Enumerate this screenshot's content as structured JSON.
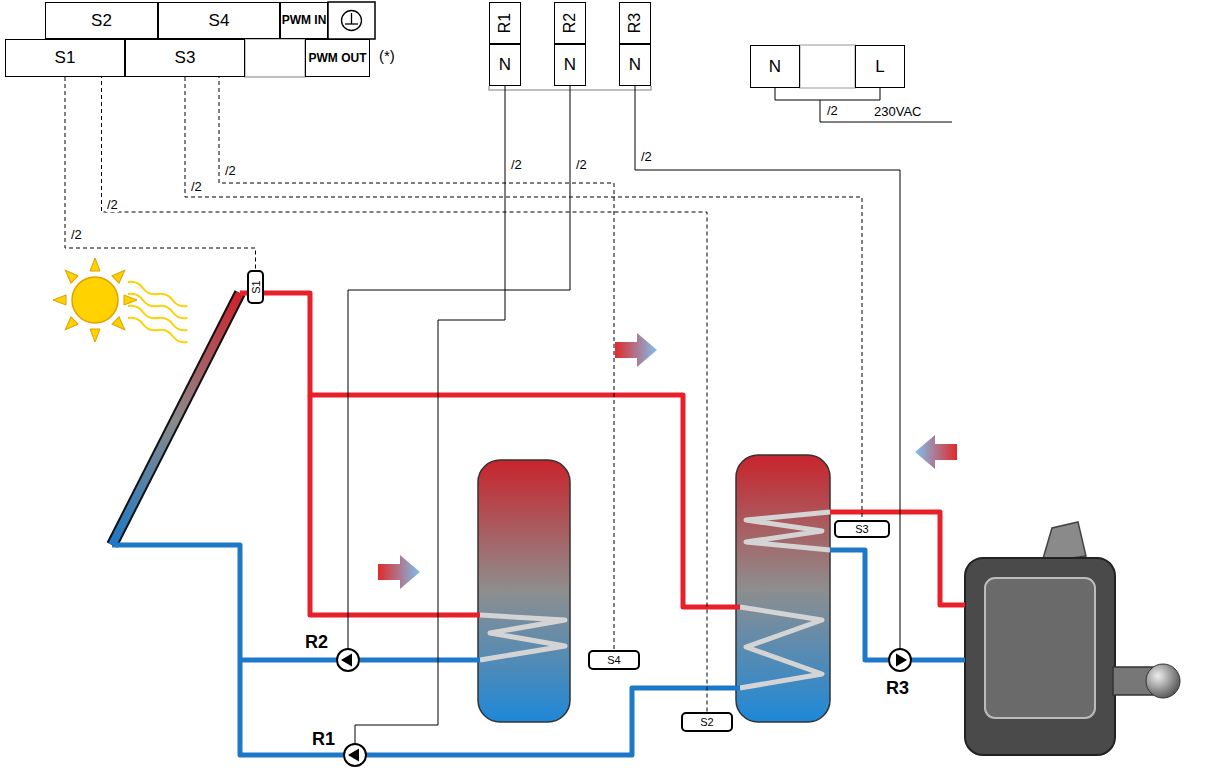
{
  "diagram": {
    "nodes": [
      {
        "text": [
          "S2"
        ]
      },
      {
        "text": [
          "S4"
        ]
      },
      {
        "text": [
          "PWM IN"
        ]
      },
      {
        "text": [
          "S1"
        ]
      },
      {
        "text": [
          "S3"
        ]
      },
      {
        "text": [
          "PWM OUT"
        ]
      },
      {
        "text": [
          "R1"
        ]
      },
      {
        "text": [
          "R2"
        ]
      },
      {
        "text": [
          "R3"
        ]
      },
      {
        "text": [
          "N"
        ]
      },
      {
        "text": [
          "N"
        ]
      },
      {
        "text": [
          "N"
        ]
      },
      {
        "text": [
          "N"
        ]
      },
      {
        "text": [
          "L"
        ]
      },
      {
        "text": [
          "S1"
        ]
      },
      {
        "text": [
          "S3"
        ]
      },
      {
        "text": [
          "S4"
        ]
      },
      {
        "text": [
          "S2"
        ]
      },
      {
        "text": [
          "R2"
        ]
      },
      {
        "text": [
          "R3"
        ]
      },
      {
        "text": [
          "R1"
        ]
      }
    ],
    "edges": [
      {
        "from": 3,
        "to": 14,
        "arrow": "none",
        "label": "/2"
      },
      {
        "from": 0,
        "to": 17,
        "arrow": "none",
        "label": "/2"
      },
      {
        "from": 4,
        "to": 15,
        "arrow": "none",
        "label": "/2"
      },
      {
        "from": 1,
        "to": 16,
        "arrow": "none",
        "label": "/2"
      },
      {
        "from": 9,
        "to": 20,
        "arrow": "none",
        "label": "/2"
      },
      {
        "from": 10,
        "to": 18,
        "arrow": "none",
        "label": "/2"
      },
      {
        "from": 11,
        "to": 19,
        "arrow": "none",
        "label": "/2"
      },
      {
        "from": 12,
        "to": 13,
        "arrow": "none",
        "label": "/2"
      }
    ],
    "labels": [
      "(*)",
      "230VAC"
    ]
  }
}
